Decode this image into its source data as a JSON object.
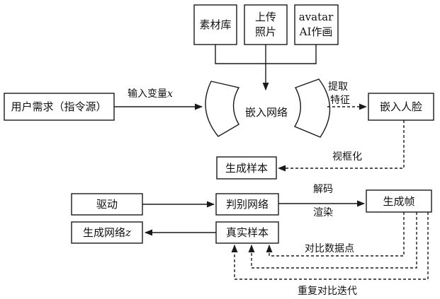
{
  "nodes": {
    "material": "素材库",
    "upload_line1": "上传",
    "upload_line2": "照片",
    "avatar_line1": "avatar",
    "avatar_line2": "AI作画",
    "user_demand": "用户需求（指令源）",
    "embed_net": "嵌入网络",
    "embed_face": "嵌入人脸",
    "gen_sample": "生成样本",
    "drive": "驱动",
    "discriminator": "判别网络",
    "gen_frame": "生成帧",
    "gen_net_text": "生成网络",
    "gen_net_var": "z",
    "real_sample": "真实样本"
  },
  "edges": {
    "input_var_text": "输入变量",
    "input_var_symbol": "x",
    "extract_line1": "提取",
    "extract_line2": "特征",
    "visualize": "视框化",
    "decode": "解码",
    "render": "渲染",
    "compare": "对比数据点",
    "iterate": "重复对比迭代"
  }
}
